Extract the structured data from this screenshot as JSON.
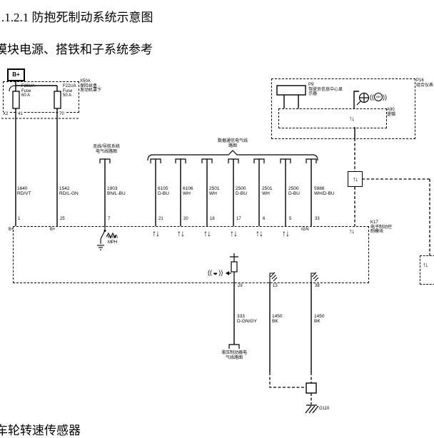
{
  "page": {
    "title": ".1.2.1 防抱死制动系统示意图",
    "subtitle": "模块电源、搭铁和子系统参考",
    "footer": "车轮转速传感器"
  },
  "icons": {
    "updown": "↑↓",
    "fluid": "◒",
    "paren_l": "((",
    "paren_r": "))"
  },
  "power": {
    "battery": "B+",
    "fusebox": {
      "id": "X50A",
      "line1": "保险丝盒 -",
      "line2": "发动机罩下"
    },
    "fuses": [
      {
        "id": "F26UA",
        "type": "Fuse",
        "rating": "60 A",
        "pin": "41"
      },
      {
        "id": "F22UA",
        "type": "Fuse",
        "rating": "50 A",
        "pin": "70"
      }
    ],
    "connector_id": "X2"
  },
  "cluster": {
    "id": "P16",
    "name": "组合仪表",
    "display": {
      "id": "P9",
      "name_line1": "驾驶员信息中心显",
      "name_line2": "示器"
    },
    "logic": {
      "id": "A90",
      "name": "逻辑"
    },
    "abs_indicator": "ABS"
  },
  "refs": {
    "nav": {
      "line1": "无线/导航系统",
      "line2": "电气线路图"
    },
    "bus": {
      "line1": "数据通信电气线",
      "line2": "路图"
    },
    "hydraulic": {
      "line1": "液压制动器电",
      "line2": "气线路图"
    }
  },
  "module": {
    "id": "K17",
    "name_line1": "电子制动控",
    "name_line2": "制模块",
    "bplus_left": "B+",
    "bplus_right": "B+",
    "ign": "IGN"
  },
  "speed_out": {
    "line1": "Km/h",
    "line2": "MPH"
  },
  "left_wires": [
    {
      "circuit": "1640",
      "color": "RD/VT",
      "pin": "1"
    },
    {
      "circuit": "1542",
      "color": "RD/L-GN",
      "pin": "25"
    },
    {
      "circuit": "1903",
      "color": "BN/L-BU",
      "pin": "7"
    }
  ],
  "bus_wires": [
    {
      "circuit": "6105",
      "color": "D-BU",
      "pin": "21"
    },
    {
      "circuit": "6106",
      "color": "WH",
      "pin": "20"
    },
    {
      "circuit": "2501",
      "color": "WH",
      "pin": "18"
    },
    {
      "circuit": "2500",
      "color": "D-BU",
      "pin": "17"
    },
    {
      "circuit": "2501",
      "color": "WH",
      "pin": "6"
    },
    {
      "circuit": "2500",
      "color": "D-BU",
      "pin": "5"
    },
    {
      "circuit": "5986",
      "color": "WH/D-BU",
      "pin": "33"
    }
  ],
  "bottom_wires": [
    {
      "circuit": "333",
      "color": "D-GN/GY",
      "pin": "29"
    },
    {
      "circuit": "1450",
      "color": "BK",
      "pin": "13"
    },
    {
      "circuit": "1450",
      "color": "BK",
      "pin": "38"
    }
  ],
  "ground": {
    "id": "G110"
  }
}
